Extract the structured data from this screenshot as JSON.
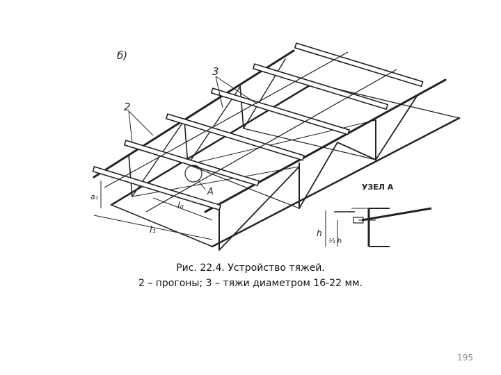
{
  "figure": {
    "panel_letter": "б)",
    "label_2": "2",
    "label_3": "3",
    "label_node_a": "A",
    "node_title": "УЗЕЛ А",
    "dim_h": "h",
    "dim_h3": "⅓ h",
    "dim_a1": "a₁",
    "dim_l0": "l₀",
    "dim_l1": "l₁"
  },
  "caption": {
    "line1": "Рис. 22.4. Устройство тяжей.",
    "line2": "2 – прогоны; 3 – тяжи диаметром 16-22 мм."
  },
  "page_number": "195"
}
